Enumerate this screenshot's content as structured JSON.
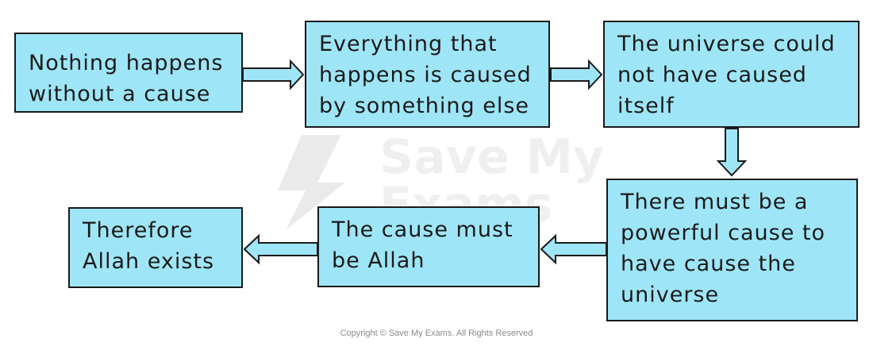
{
  "boxes": [
    {
      "id": "b1",
      "text": "Nothing happens\nwithout a cause"
    },
    {
      "id": "b2",
      "text": "Everything that\nhappens is caused\nby something else"
    },
    {
      "id": "b3",
      "text": "The universe could\nnot have caused\nitself"
    },
    {
      "id": "b4",
      "text": "There must be a\npowerful cause to\nhave cause the\nuniverse"
    },
    {
      "id": "b5",
      "text": "The cause must\nbe Allah"
    },
    {
      "id": "b6",
      "text": "Therefore\nAllah exists"
    }
  ],
  "watermark": {
    "line1": "Save My",
    "line2": "Exams"
  },
  "footer": {
    "copyright": "Copyright © Save My Exams. All Rights Reserved"
  },
  "colors": {
    "box_fill": "#9ee6f7",
    "border": "#1a1a1a"
  }
}
